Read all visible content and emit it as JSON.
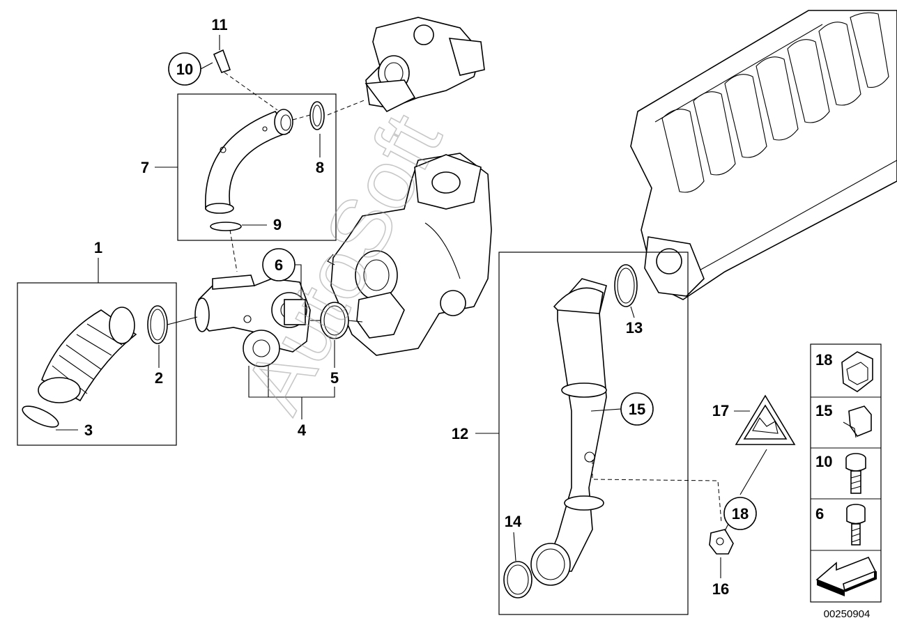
{
  "callouts": {
    "c1": "1",
    "c2": "2",
    "c3": "3",
    "c4": "4",
    "c5": "5",
    "c6": "6",
    "c7": "7",
    "c8": "8",
    "c9": "9",
    "c10": "10",
    "c11": "11",
    "c12": "12",
    "c13": "13",
    "c14": "14",
    "c15": "15",
    "c16": "16",
    "c17": "17",
    "c18": "18"
  },
  "legend": {
    "items": [
      {
        "number": "18",
        "icon": "hose-clip-icon"
      },
      {
        "number": "15",
        "icon": "spring-clip-icon"
      },
      {
        "number": "10",
        "icon": "screw-icon"
      },
      {
        "number": "6",
        "icon": "allen-screw-icon"
      }
    ],
    "arrow_icon": "arrow-icon"
  },
  "diagram_id": "00250904",
  "watermark": "AutoSoft"
}
